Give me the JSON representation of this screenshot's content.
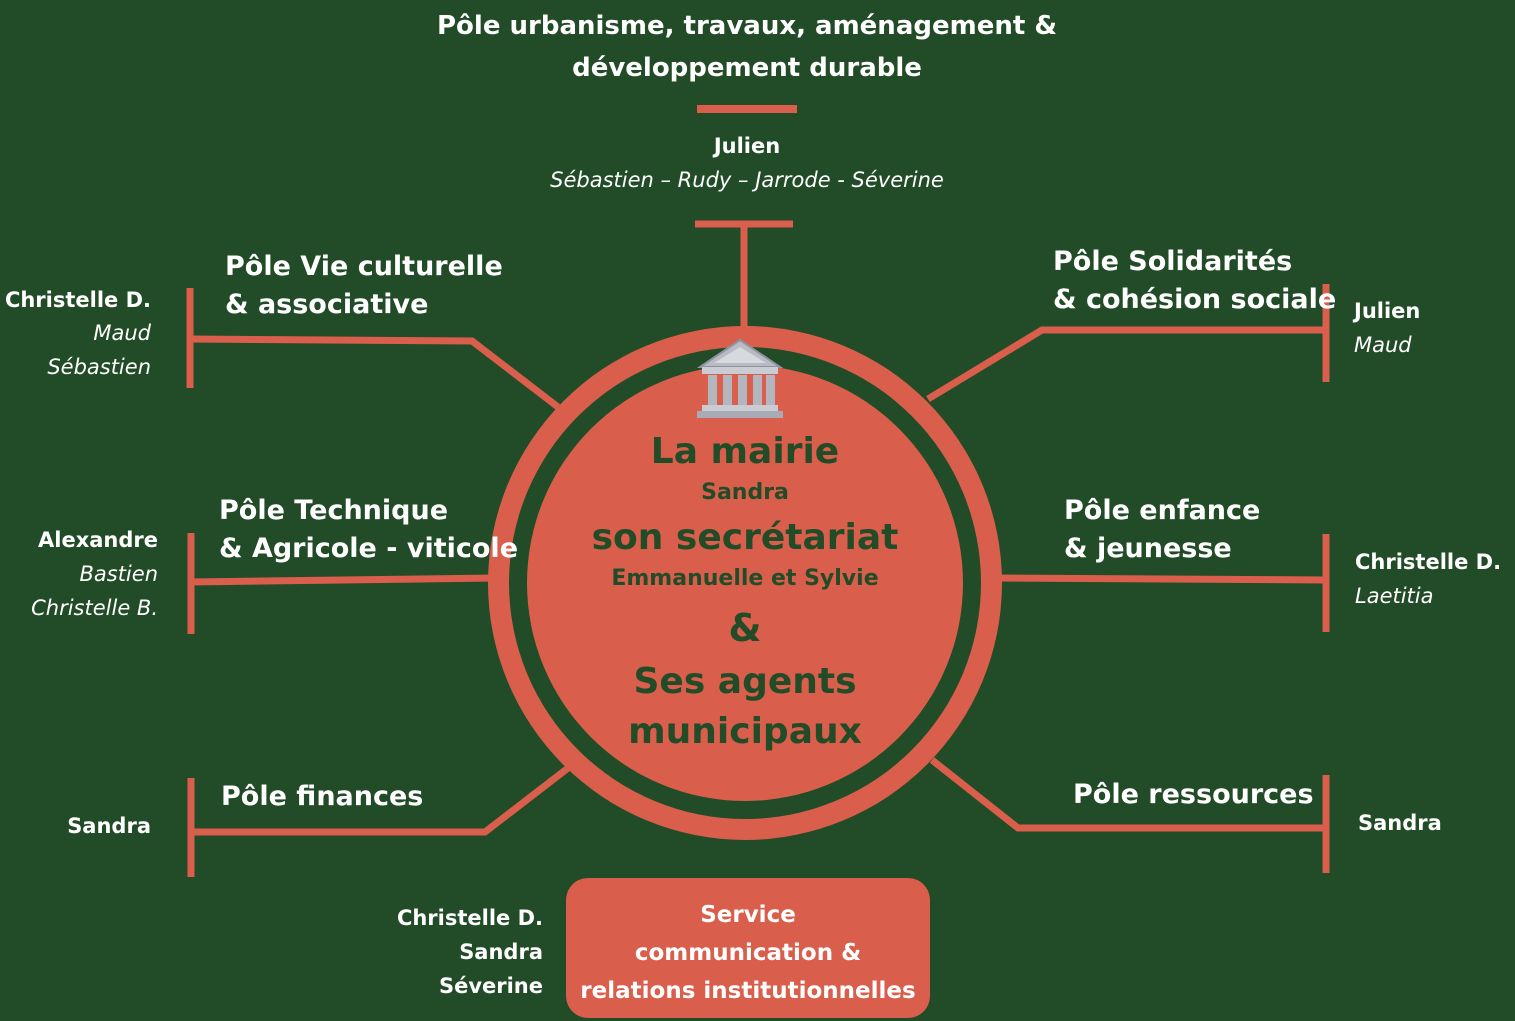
{
  "colors": {
    "background": "#224b27",
    "accent": "#d95f4c",
    "text": "#ffffff"
  },
  "center": {
    "icon": "town-hall-icon",
    "title": "La mairie",
    "title_person": "Sandra",
    "secretariat": "son secrétariat",
    "secretariat_people": "Emmanuelle et Sylvie",
    "ampersand": "&",
    "agents_line1": "Ses agents",
    "agents_line2": "municipaux"
  },
  "poles": {
    "urbanisme": {
      "title_line1": "Pôle urbanisme, travaux, aménagement &",
      "title_line2": "développement durable",
      "lead": "Julien",
      "members": "Sébastien – Rudy – Jarrode - Séverine"
    },
    "culture": {
      "title_line1": "Pôle Vie culturelle",
      "title_line2": "& associative",
      "lead": "Christelle D.",
      "members": [
        "Maud",
        "Sébastien"
      ]
    },
    "solidarites": {
      "title_line1": "Pôle Solidarités",
      "title_line2": "& cohésion sociale",
      "lead": "Julien",
      "members": [
        "Maud"
      ]
    },
    "technique": {
      "title_line1": "Pôle Technique",
      "title_line2": "& Agricole - viticole",
      "lead": "Alexandre",
      "members": [
        "Bastien",
        "Christelle B."
      ]
    },
    "enfance": {
      "title_line1": "Pôle enfance",
      "title_line2": "& jeunesse",
      "lead": "Christelle D.",
      "members": [
        "Laetitia"
      ]
    },
    "finances": {
      "title": "Pôle finances",
      "lead": "Sandra"
    },
    "ressources": {
      "title": "Pôle ressources",
      "lead": "Sandra"
    }
  },
  "service": {
    "label": "Service\ncommunication &\nrelations institutionnelles",
    "people": [
      "Christelle D.",
      "Sandra",
      "Séverine"
    ]
  }
}
